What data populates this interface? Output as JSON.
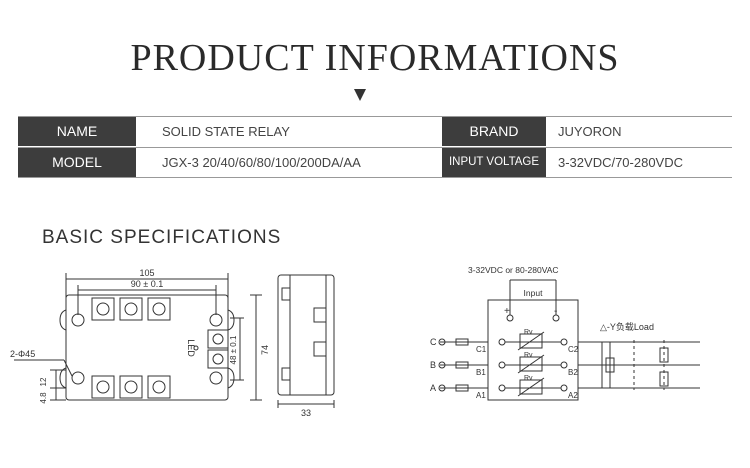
{
  "title": "PRODUCT INFORMATIONS",
  "table": {
    "rows": [
      {
        "label1": "NAME",
        "value1": "SOLID STATE  RELAY",
        "label2": "BRAND",
        "value2": "JUYORON"
      },
      {
        "label1": "MODEL",
        "value1": "JGX-3 20/40/60/80/100/200DA/AA",
        "label2": "INPUT VOLTAGE",
        "value2": "3-32VDC/70-280VDC"
      }
    ]
  },
  "section": {
    "heading": "BASIC SPECIFICATIONS"
  },
  "drawing": {
    "dim_105": "105",
    "dim_90": "90 ± 0.1",
    "hole_label": "2-Φ45",
    "dim_12": "12",
    "dim_48": "4.8",
    "led_label": "LED",
    "dim_48h": "48 ± 0.1",
    "dim_74": "74",
    "dim_33": "33"
  },
  "circuit": {
    "supply": "3-32VDC or 80-280VAC",
    "input": "Input",
    "plus": "+",
    "minus": "-",
    "load": "△-Y负载Load",
    "c": "C",
    "b": "B",
    "a": "A",
    "c1": "C1",
    "b1": "B1",
    "a1": "A1",
    "c2": "C2",
    "b2": "B2",
    "a2": "A2",
    "rv": "Rv"
  }
}
